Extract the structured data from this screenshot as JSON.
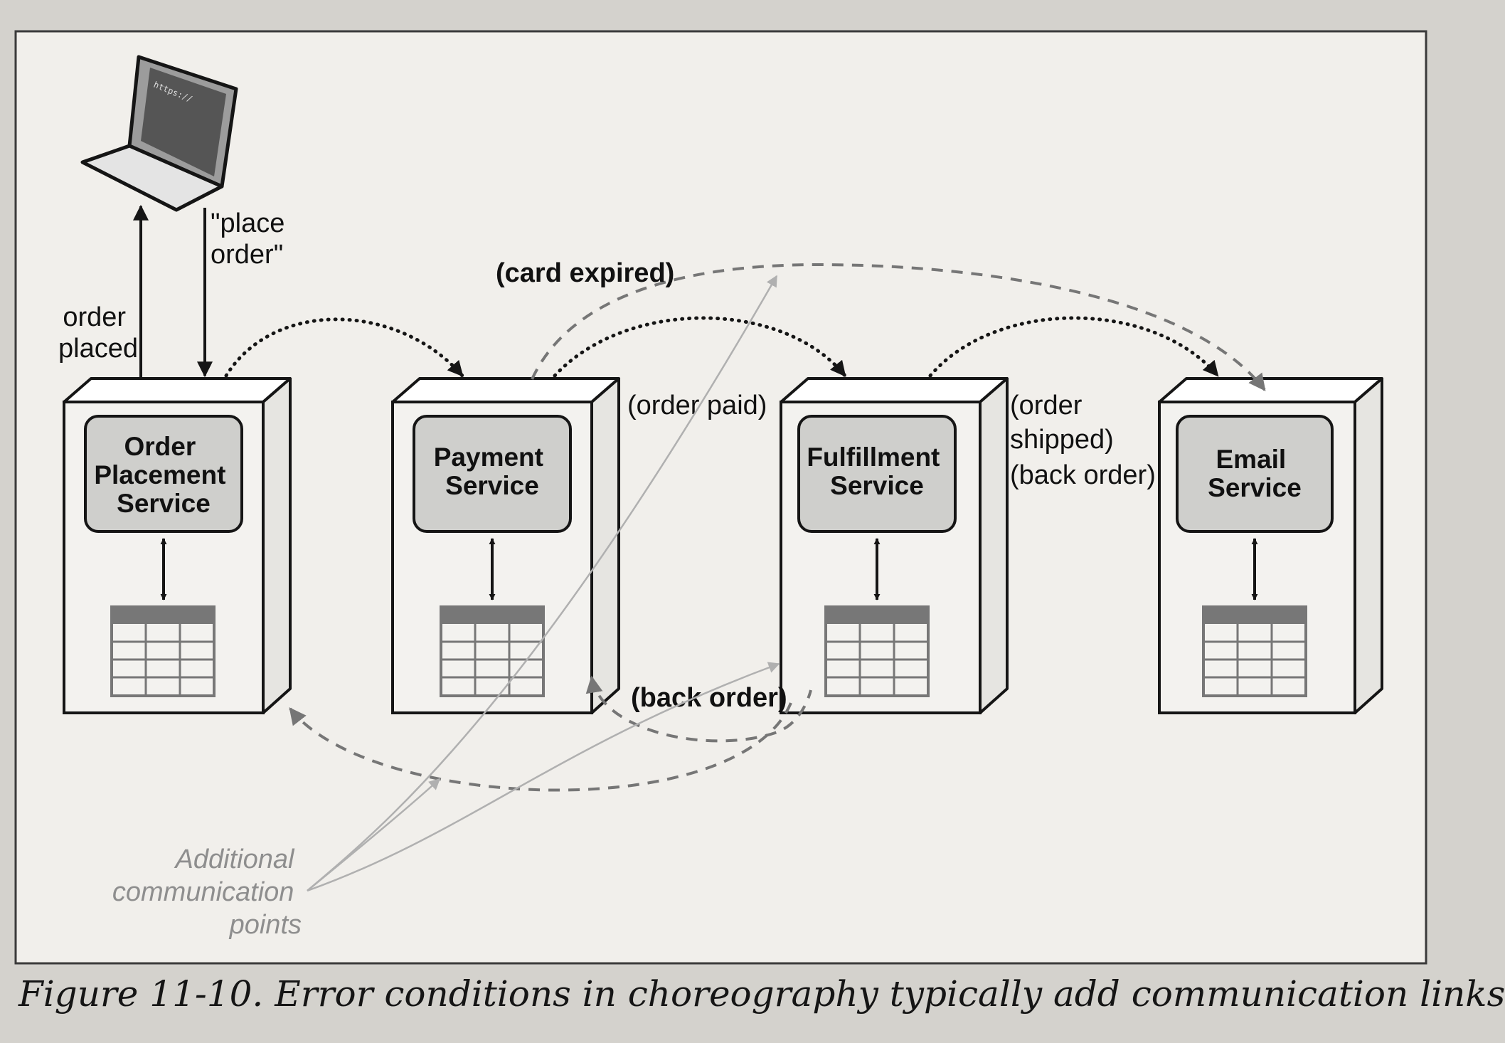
{
  "client": {
    "url_text": "https://"
  },
  "flows": {
    "order_placed": [
      "order",
      "placed"
    ],
    "place_order": [
      "\"place",
      "order\""
    ],
    "order_paid": "(order paid)",
    "order_shipped": [
      "(order",
      "shipped)"
    ],
    "back_order_right": "(back order)",
    "card_expired": "(card expired)",
    "back_order_bottom": "(back order)"
  },
  "services": [
    {
      "name": [
        "Order",
        "Placement",
        "Service"
      ]
    },
    {
      "name": [
        "Payment",
        "Service"
      ]
    },
    {
      "name": [
        "Fulfillment",
        "Service"
      ]
    },
    {
      "name": [
        "Email",
        "Service"
      ]
    }
  ],
  "annotation": [
    "Additional",
    "communication",
    "points"
  ],
  "caption": "Figure 11-10. Error conditions in choreography typically add communication links",
  "colors": {
    "page": "#d4d2cd",
    "frame": "#f1efeb",
    "box_front": "#f3f2ef",
    "box_side": "#e6e5e1",
    "inner_box": "#cfcfcc",
    "table_header": "#777777",
    "ink": "#151515",
    "error_links": "#767676",
    "annotation": "#9a9a9a"
  }
}
